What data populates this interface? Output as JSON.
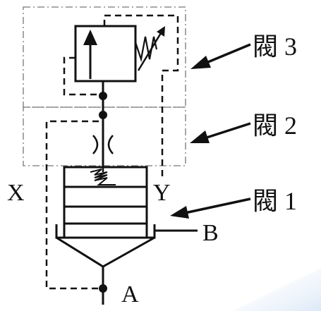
{
  "labels": {
    "valve3": "閥 3",
    "valve2": "閥 2",
    "valve1": "閥 1",
    "port_x": "X",
    "port_y": "Y",
    "port_b": "B",
    "port_a": "A"
  },
  "colors": {
    "line": "#111111",
    "background": "#ffffff",
    "boundary": "#777777",
    "corner_tint": "#dce8f7"
  },
  "icons": {
    "arrow": "arrow-pointer",
    "spring": "zigzag-spring",
    "orifice": "throttle-orifice"
  }
}
